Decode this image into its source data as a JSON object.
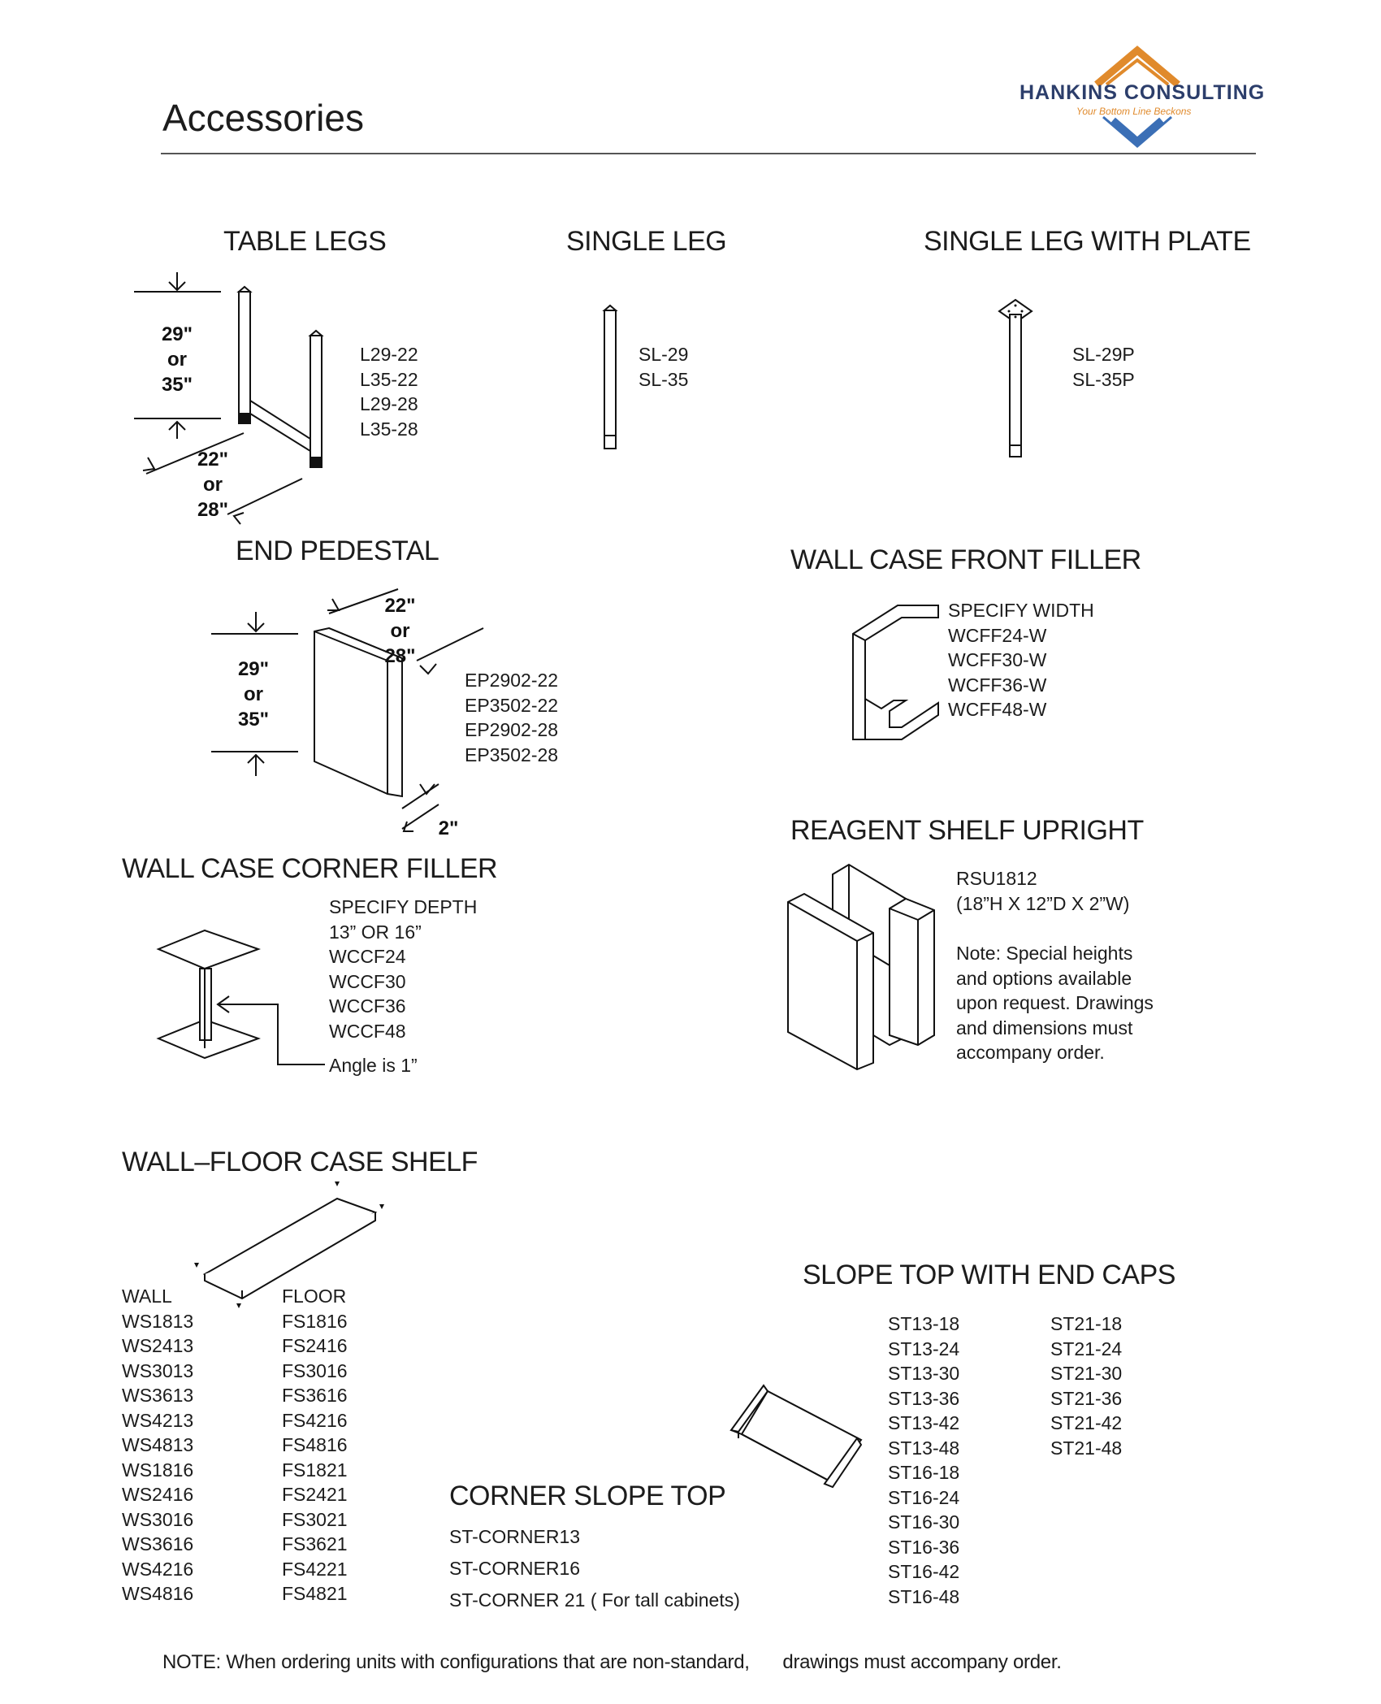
{
  "header": {
    "title": "Accessories",
    "logo": {
      "name": "HANKINS CONSULTING",
      "tagline": "Your Bottom Line Beckons",
      "colors": {
        "navy": "#2c3e6b",
        "orange": "#e08a2c",
        "blue": "#3b6fb6"
      }
    }
  },
  "table_legs": {
    "title": "TABLE LEGS",
    "height_dim": [
      "29\"",
      "or",
      "35\""
    ],
    "depth_dim": [
      "22\"",
      "or",
      "28\""
    ],
    "codes": [
      "L29-22",
      "L35-22",
      "L29-28",
      "L35-28"
    ]
  },
  "single_leg": {
    "title": "SINGLE LEG",
    "codes": [
      "SL-29",
      "SL-35"
    ]
  },
  "single_leg_plate": {
    "title": "SINGLE LEG WITH PLATE",
    "codes": [
      "SL-29P",
      "SL-35P"
    ]
  },
  "end_pedestal": {
    "title": "END PEDESTAL",
    "height_dim": [
      "29\"",
      "or",
      "35\""
    ],
    "depth_dim": [
      "22\"",
      "or",
      "28\""
    ],
    "thickness_dim": "2\"",
    "codes": [
      "EP2902-22",
      "EP3502-22",
      "EP2902-28",
      "EP3502-28"
    ]
  },
  "wall_case_front_filler": {
    "title": "WALL CASE FRONT FILLER",
    "codes": [
      "SPECIFY WIDTH",
      "WCFF24-W",
      "WCFF30-W",
      "WCFF36-W",
      "WCFF48-W"
    ]
  },
  "reagent_shelf_upright": {
    "title": "REAGENT SHELF UPRIGHT",
    "codes": [
      "RSU1812",
      "(18”H X 12”D X 2”W)"
    ],
    "note": [
      "Note: Special heights",
      "and options available",
      "upon request. Drawings",
      "and dimensions must",
      "accompany order."
    ]
  },
  "wall_case_corner_filler": {
    "title": "WALL CASE CORNER FILLER",
    "codes": [
      "SPECIFY DEPTH",
      "13”  OR 16”",
      "WCCF24",
      "WCCF30",
      "WCCF36",
      "WCCF48"
    ],
    "angle_note": "Angle is 1”"
  },
  "wall_floor_case_shelf": {
    "title": "WALL–FLOOR CASE SHELF",
    "wall_header": "WALL",
    "floor_header": "FLOOR",
    "wall": [
      "WS1813",
      "WS2413",
      "WS3013",
      "WS3613",
      "WS4213",
      "WS4813",
      "WS1816",
      "WS2416",
      "WS3016",
      "WS3616",
      "WS4216",
      "WS4816"
    ],
    "floor": [
      "FS1816",
      "FS2416",
      "FS3016",
      "FS3616",
      "FS4216",
      "FS4816",
      "FS1821",
      "FS2421",
      "FS3021",
      "FS3621",
      "FS4221",
      "FS4821"
    ]
  },
  "corner_slope_top": {
    "title": "CORNER SLOPE TOP",
    "codes": [
      "ST-CORNER13",
      "ST-CORNER16",
      "ST-CORNER 21 ( For tall cabinets)"
    ]
  },
  "slope_top_end_caps": {
    "title": "SLOPE TOP WITH END CAPS",
    "col1": [
      "ST13-18",
      "ST13-24",
      "ST13-30",
      "ST13-36",
      "ST13-42",
      "ST13-48",
      "ST16-18",
      "ST16-24",
      "ST16-30",
      "ST16-36",
      "ST16-42",
      "ST16-48"
    ],
    "col2": [
      "ST21-18",
      "ST21-24",
      "ST21-30",
      "ST21-36",
      "ST21-42",
      "ST21-48"
    ]
  },
  "footer": {
    "note_left": "NOTE: When ordering units with configurations that are non-standard,",
    "note_right": "drawings must accompany order."
  }
}
